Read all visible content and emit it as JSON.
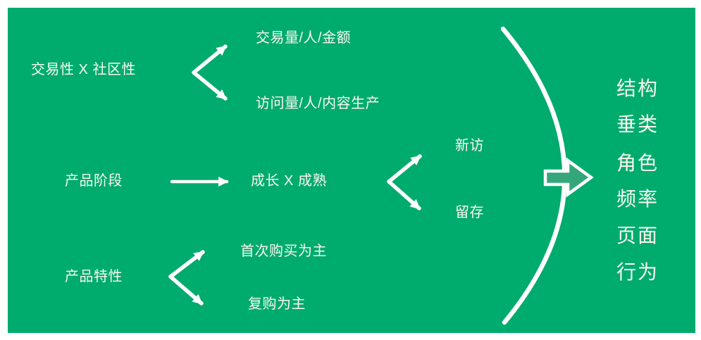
{
  "diagram": {
    "rows": [
      {
        "label": "交易性 X 社区性",
        "branches": [
          "交易量/人/金额",
          "访问量/人/内容生产"
        ]
      },
      {
        "label": "产品阶段",
        "stage": "成长 X 成熟",
        "branches": [
          "新访",
          "留存"
        ]
      },
      {
        "label": "产品特性",
        "branches": [
          "首次购买为主",
          "复购为主"
        ]
      }
    ],
    "output_dimensions": [
      "结构",
      "垂类",
      "角色",
      "频率",
      "页面",
      "行为"
    ]
  },
  "colors": {
    "background": "#00ab6e",
    "page": "#ffffff",
    "text": "#fbf8ee",
    "line": "#ffffff",
    "block_arrow_fill": "#34a77a"
  }
}
